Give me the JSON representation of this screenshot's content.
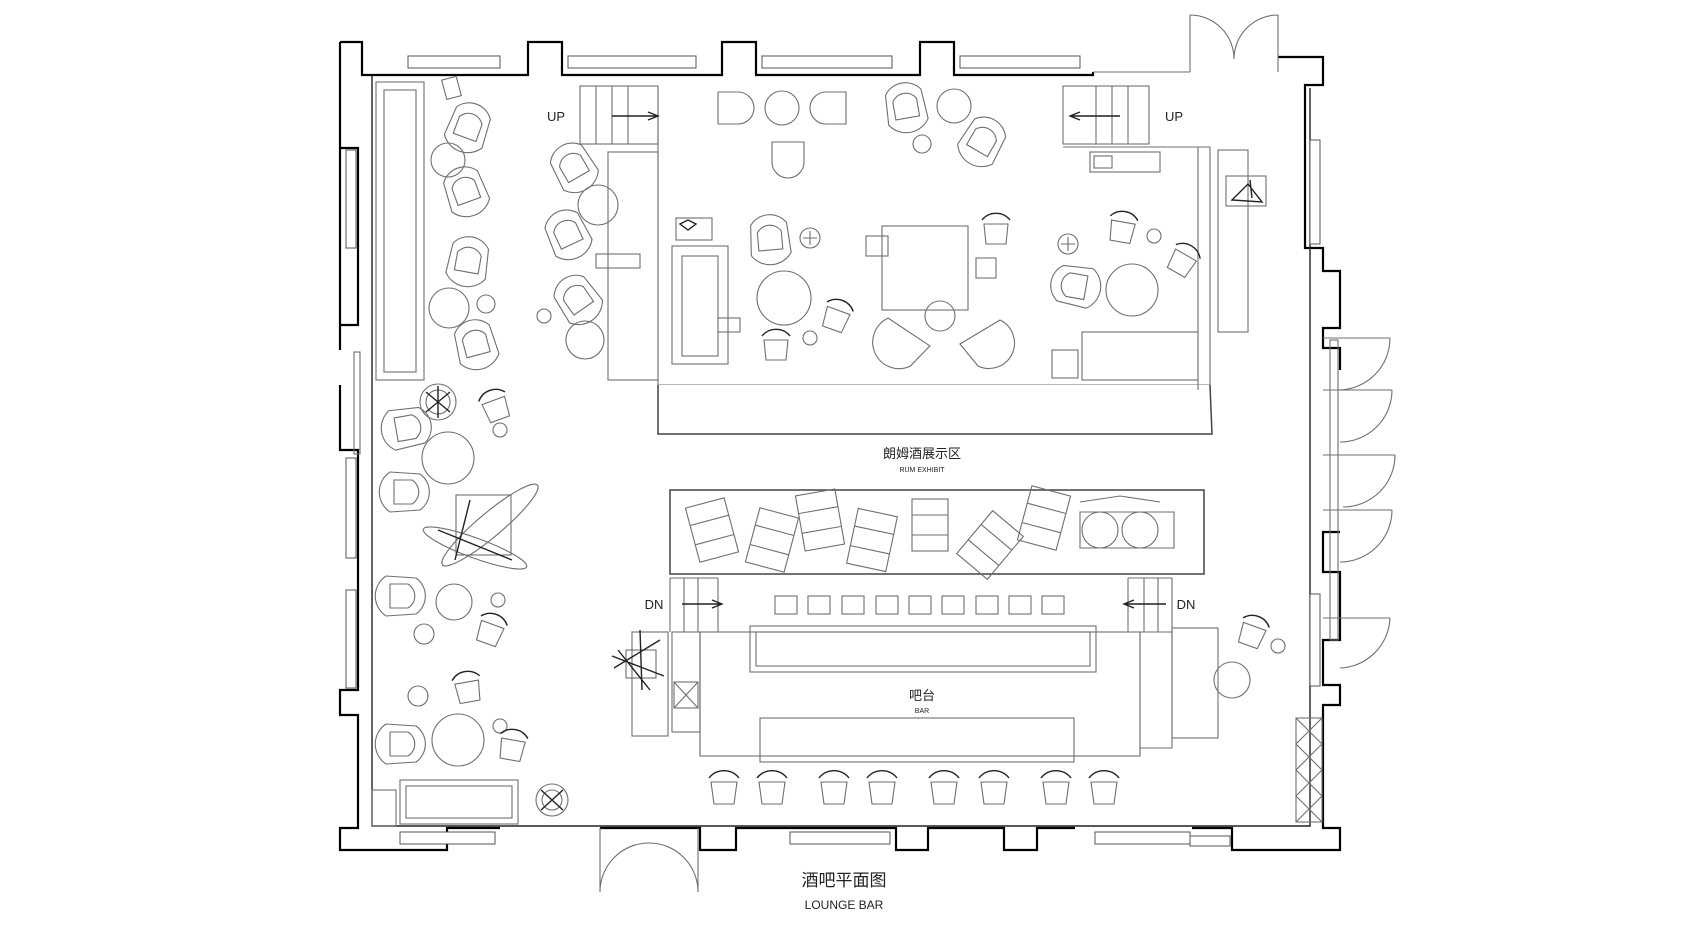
{
  "plan": {
    "title_cn": "酒吧平面图",
    "title_en": "LOUNGE BAR"
  },
  "zones": {
    "rum_exhibit_cn": "朗姆酒展示区",
    "rum_exhibit_en": "RUM EXHIBIT",
    "bar_cn": "吧台",
    "bar_en": "BAR"
  },
  "stairs": {
    "up_left": "UP",
    "up_right": "UP",
    "dn_left": "DN",
    "dn_right": "DN"
  },
  "colors": {
    "wall": "#000000",
    "furniture": "#6f6f6f",
    "background": "#ffffff"
  }
}
